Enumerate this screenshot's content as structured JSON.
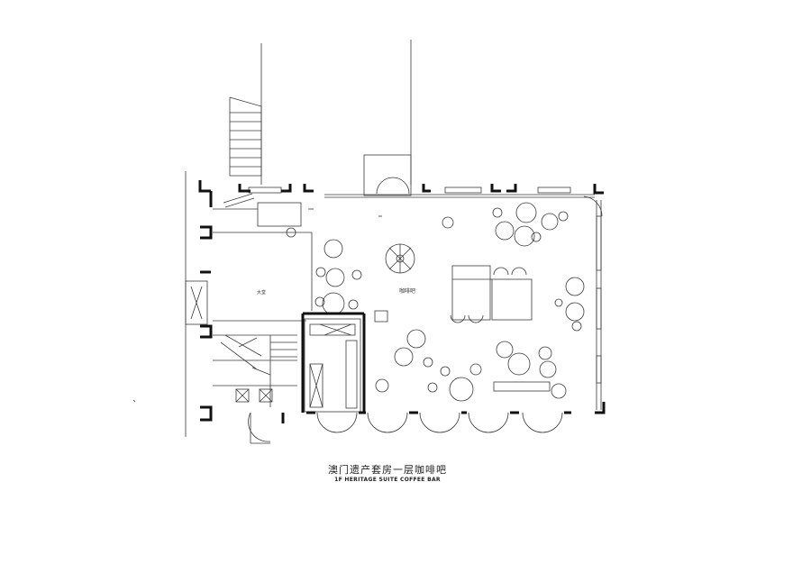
{
  "caption": {
    "title": "澳门遗产套房一层咖啡吧",
    "subtitle": "1F HERITAGE SUITE COFFEE BAR"
  },
  "labels": {
    "main_room": "咖啡吧",
    "side_room": "大堂"
  },
  "colors": {
    "line": "#3a3a3a",
    "wall": "#111111",
    "background": "#ffffff"
  }
}
